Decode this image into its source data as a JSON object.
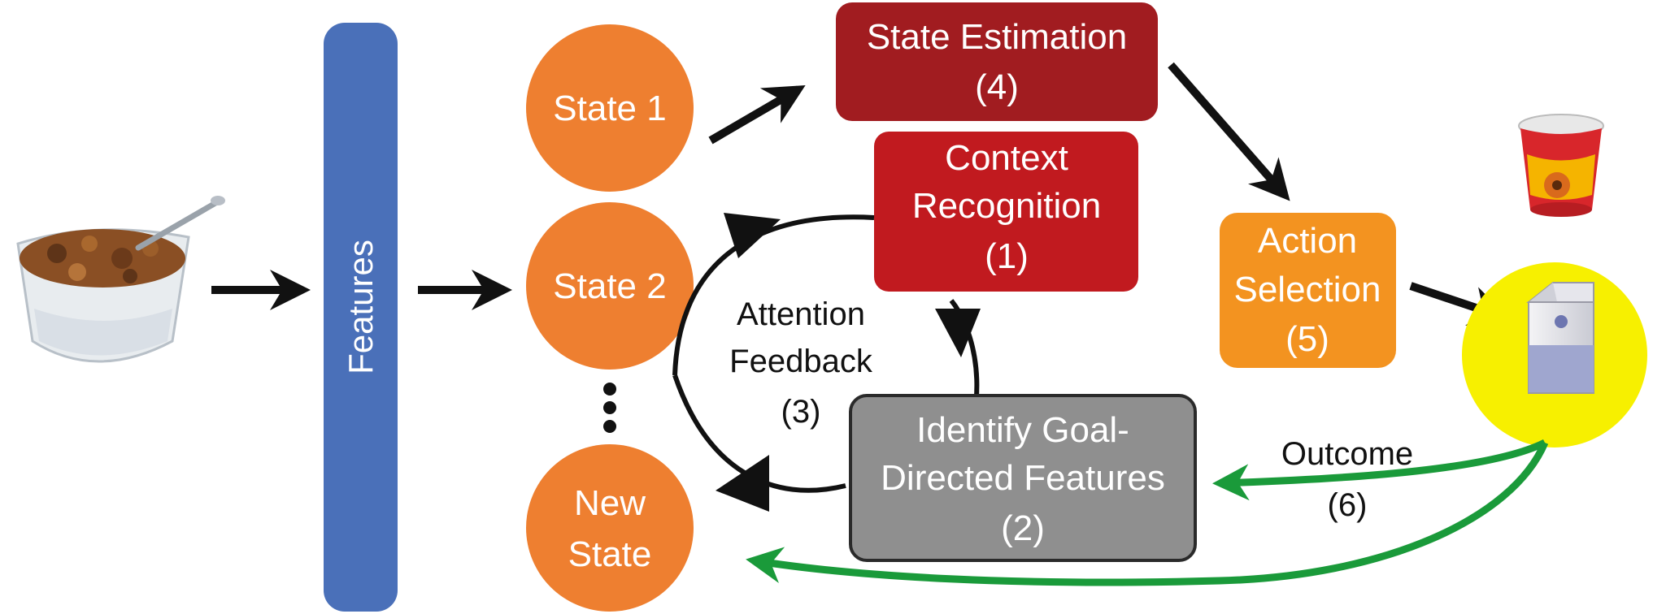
{
  "features": {
    "label": "Features"
  },
  "states": {
    "state1": "State 1",
    "state2": "State 2",
    "ellipsis": "⋮",
    "new_state": [
      "New",
      "State"
    ]
  },
  "boxes": {
    "state_estimation": [
      "State Estimation",
      "(4)"
    ],
    "context_recognition": [
      "Context",
      "Recognition",
      "(1)"
    ],
    "identify_goal": [
      "Identify Goal-",
      "Directed Features",
      "(2)"
    ],
    "action_selection": [
      "Action",
      "Selection",
      "(5)"
    ]
  },
  "attention_feedback": [
    "Attention",
    "Feedback",
    "(3)"
  ],
  "outcome": [
    "Outcome",
    "(6)"
  ],
  "colors": {
    "features_bar": "#4a70b9",
    "state_circle": "#ee7f30",
    "state_estimation": "#a11c20",
    "context_recognition": "#c11a1f",
    "identify_goal": "#8f8f8f",
    "action_selection": "#f39320",
    "milk_circle": "#f7f000",
    "outcome_arrow": "#1a9a3a",
    "arrow": "#111111"
  },
  "icons": {
    "cereal": "cereal-bowl-icon",
    "yogurt": "yogurt-cup-icon",
    "milk": "milk-carton-icon"
  }
}
